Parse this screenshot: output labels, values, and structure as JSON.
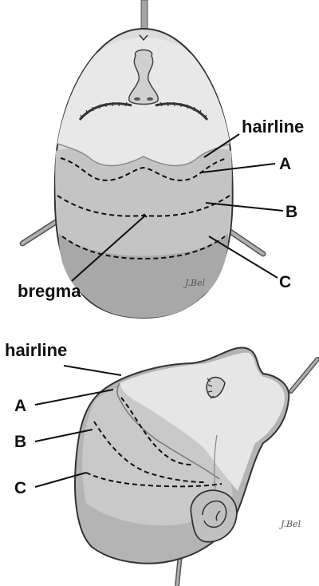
{
  "figure": {
    "top_view": {
      "labels": {
        "hairline": "hairline",
        "a": "A",
        "b": "B",
        "c": "C",
        "bregma": "bregma"
      }
    },
    "side_view": {
      "labels": {
        "hairline": "hairline",
        "a": "A",
        "b": "B",
        "c": "C"
      }
    }
  },
  "colors": {
    "skin_light": "#dcdcdc",
    "skin_mid": "#bdbdbd",
    "skin_dark": "#9f9f9f",
    "outline": "#333333",
    "rod": "#9a9a9a"
  }
}
